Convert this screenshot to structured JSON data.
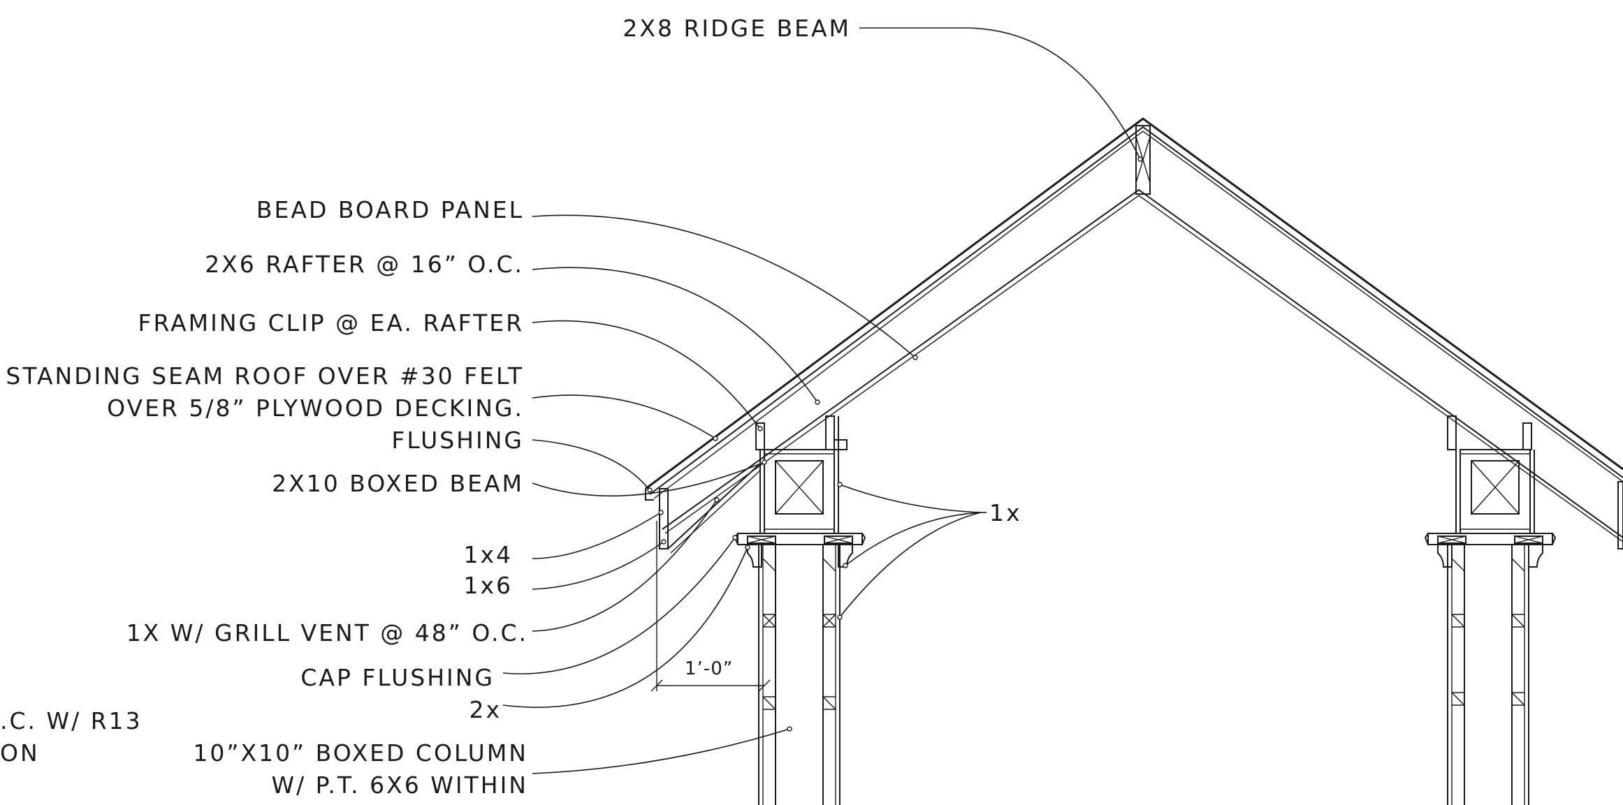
{
  "labels": {
    "ridge_beam": "2X8 RIDGE BEAM",
    "bead_board": "BEAD BOARD PANEL",
    "rafter": "2X6 RAFTER @ 16” O.C.",
    "framing_clip": "FRAMING CLIP @ EA. RAFTER",
    "roof_line1": "STANDING SEAM ROOF OVER #30 FELT",
    "roof_line2": "OVER 5/8” PLYWOOD DECKING.",
    "flushing": "FLUSHING",
    "boxed_beam": "2X10 BOXED BEAM",
    "one_by_four": "1x4",
    "one_by_six": "1x6",
    "grill_vent": "1X W/ GRILL VENT @ 48” O.C.",
    "cap_flushing": "CAP FLUSHING",
    "two_x": "2x",
    "one_x": "1x",
    "column_line1": "10”X10” BOXED COLUMN",
    "column_line2": "W/ P.T.  6X6 WITHIN",
    "partial_line1": ".C. W/   R13",
    "partial_line2": "ON",
    "dimension": "1’-0”"
  }
}
